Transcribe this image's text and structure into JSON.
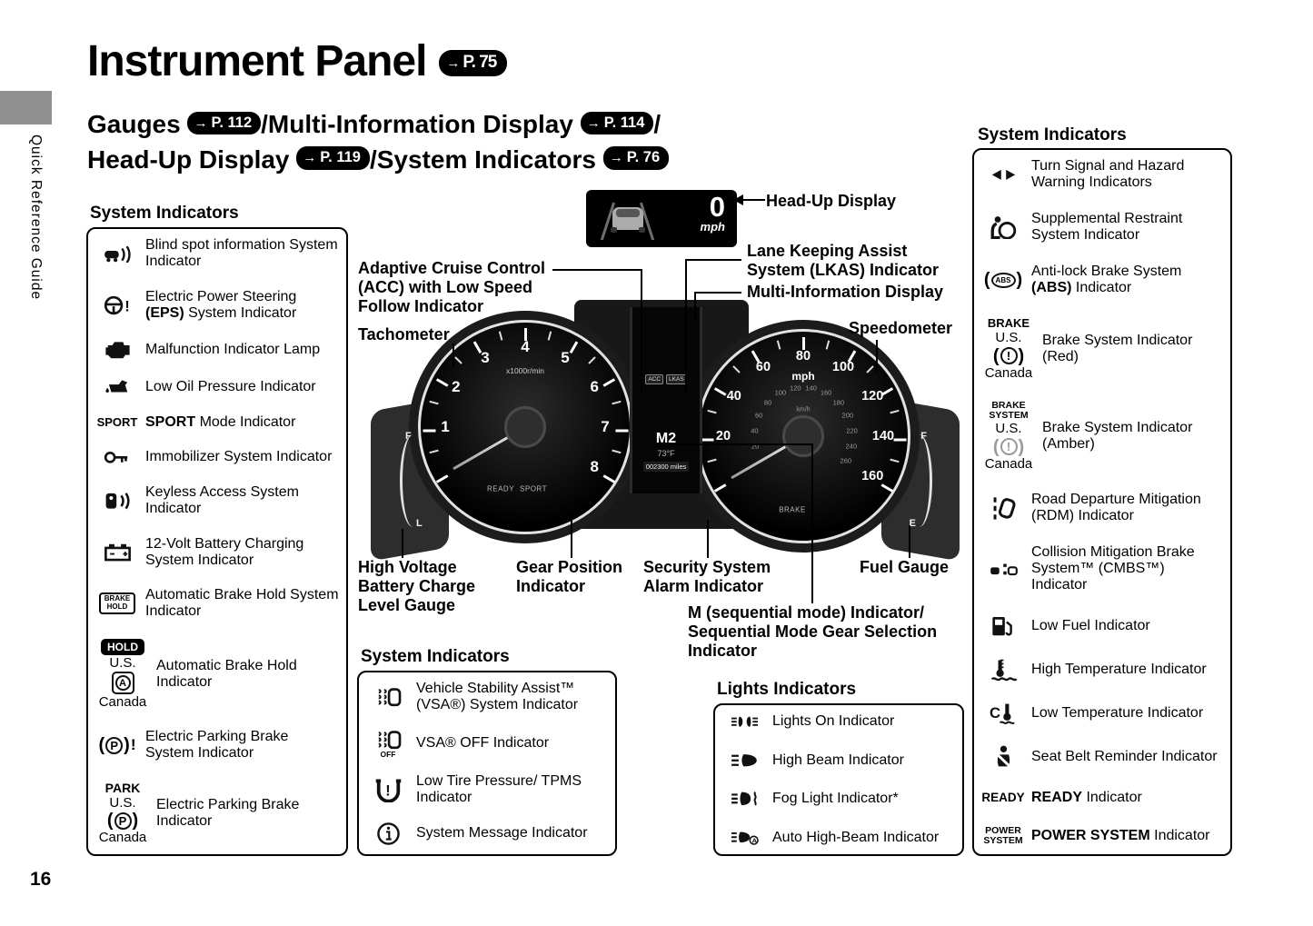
{
  "page": {
    "number": "16",
    "sidebar_vertical_text": "Quick Reference Guide",
    "title": "Instrument Panel",
    "title_page_ref": "P. 75"
  },
  "subtitle": {
    "lines": [
      [
        {
          "t": "Gauges "
        },
        {
          "badge": "P. 112"
        },
        {
          "t": "/Multi-Information Display "
        },
        {
          "badge": "P. 114"
        },
        {
          "t": "/"
        }
      ],
      [
        {
          "t": "Head-Up Display "
        },
        {
          "badge": "P. 119"
        },
        {
          "t": "/System Indicators "
        },
        {
          "badge": "P. 76"
        }
      ]
    ]
  },
  "colors": {
    "badge_bg": "#000000",
    "panel_border": "#000000",
    "cluster_face": "#0a0a0a",
    "needle": "#e8e8e8"
  },
  "panels": {
    "left": {
      "heading": "System Indicators",
      "items": [
        {
          "icon": "blind-spot",
          "label": {
            "text": "Blind spot information System Indicator"
          }
        },
        {
          "icon": "eps-steering",
          "label": {
            "text": "Electric Power Steering (EPS) System Indicator",
            "bold": "(EPS)"
          }
        },
        {
          "icon": "engine",
          "label": {
            "text": "Malfunction Indicator Lamp"
          }
        },
        {
          "icon": "oil-pressure",
          "label": {
            "text": "Low Oil Pressure Indicator"
          }
        },
        {
          "icon": "sport-text",
          "label": {
            "text": "SPORT Mode Indicator",
            "bold": "SPORT"
          }
        },
        {
          "icon": "immobilizer-key",
          "label": {
            "text": "Immobilizer System Indicator"
          }
        },
        {
          "icon": "keyless-access",
          "label": {
            "text": "Keyless Access System Indicator"
          }
        },
        {
          "icon": "battery-12v",
          "label": {
            "text": "12-Volt Battery Charging System Indicator"
          }
        },
        {
          "icon": "brake-hold-box",
          "label": {
            "text": "Automatic Brake Hold System Indicator"
          }
        },
        {
          "us": {
            "icon": "hold-pill",
            "caption": "U.S."
          },
          "canada": {
            "icon": "auto-hold-a",
            "caption": "Canada"
          },
          "label": {
            "text": "Automatic Brake Hold Indicator"
          }
        },
        {
          "icon": "parking-brake-alert",
          "label": {
            "text": "Electric Parking Brake System Indicator"
          }
        },
        {
          "us": {
            "icon": "park-text",
            "caption": "U.S."
          },
          "canada": {
            "icon": "parking-brake",
            "caption": "Canada"
          },
          "label": {
            "text": "Electric Parking Brake Indicator"
          }
        }
      ]
    },
    "bottom": {
      "heading": "System Indicators",
      "items": [
        {
          "icon": "vsa",
          "label": {
            "text": "Vehicle Stability Assist™ (VSA®) System Indicator"
          }
        },
        {
          "icon": "vsa-off",
          "label": {
            "text": "VSA® OFF Indicator"
          }
        },
        {
          "icon": "tpms",
          "label": {
            "text": "Low Tire Pressure/ TPMS Indicator"
          }
        },
        {
          "icon": "system-message-info",
          "label": {
            "text": "System Message Indicator"
          }
        }
      ]
    },
    "lights": {
      "heading": "Lights Indicators",
      "items": [
        {
          "icon": "lights-on",
          "label": {
            "text": "Lights On Indicator"
          }
        },
        {
          "icon": "high-beam",
          "label": {
            "text": "High Beam Indicator"
          }
        },
        {
          "icon": "fog-light",
          "label": {
            "text": "Fog Light Indicator*"
          }
        },
        {
          "icon": "auto-high-beam",
          "label": {
            "text": "Auto High-Beam Indicator"
          }
        }
      ]
    },
    "right": {
      "heading": "System Indicators",
      "items": [
        {
          "icon": "turn-signals",
          "label": {
            "text": "Turn Signal and Hazard Warning Indicators"
          }
        },
        {
          "icon": "srs-airbag",
          "label": {
            "text": "Supplemental Restraint System Indicator"
          }
        },
        {
          "icon": "abs",
          "label": {
            "text": "Anti-lock Brake System (ABS) Indicator",
            "bold": "(ABS)"
          }
        },
        {
          "us": {
            "icon": "brake-text",
            "caption": "U.S."
          },
          "canada": {
            "icon": "brake-warning",
            "caption": "Canada"
          },
          "label": {
            "text": "Brake System Indicator (Red)"
          }
        },
        {
          "us": {
            "icon": "brake-system-text",
            "caption": "U.S."
          },
          "canada": {
            "icon": "brake-warning-amber",
            "caption": "Canada"
          },
          "label": {
            "text": "Brake System Indicator (Amber)"
          }
        },
        {
          "icon": "rdm",
          "label": {
            "text": "Road Departure Mitigation (RDM) Indicator"
          }
        },
        {
          "icon": "cmbs",
          "label": {
            "text": "Collision Mitigation Brake System™ (CMBS™) Indicator"
          }
        },
        {
          "icon": "low-fuel",
          "label": {
            "text": "Low Fuel Indicator"
          }
        },
        {
          "icon": "high-temp",
          "label": {
            "text": "High Temperature Indicator"
          }
        },
        {
          "icon": "low-temp",
          "label": {
            "text": "Low Temperature Indicator"
          }
        },
        {
          "icon": "seat-belt",
          "label": {
            "text": "Seat Belt Reminder Indicator"
          }
        },
        {
          "icon": "ready-text",
          "label": {
            "text": "READY Indicator",
            "bold": "READY"
          }
        },
        {
          "icon": "power-system-text",
          "label": {
            "text": "POWER SYSTEM Indicator",
            "bold": "POWER SYSTEM"
          }
        }
      ]
    }
  },
  "callouts": {
    "head_up_display": {
      "text": "Head-Up Display"
    },
    "acc": {
      "text": "Adaptive Cruise Control (ACC) with Low Speed Follow Indicator",
      "bold": "(ACC)"
    },
    "tachometer": {
      "text": "Tachometer"
    },
    "lkas": {
      "text": "Lane Keeping Assist System (LKAS) Indicator",
      "bold": "(LKAS)"
    },
    "mid": {
      "text": "Multi-Information Display"
    },
    "speedometer": {
      "text": "Speedometer"
    },
    "battery": {
      "text": "High Voltage Battery Charge Level Gauge"
    },
    "gear": {
      "text": "Gear Position Indicator"
    },
    "security": {
      "text": "Security System Alarm Indicator"
    },
    "fuel": {
      "text": "Fuel Gauge"
    },
    "sequential": {
      "text": "M (sequential mode) Indicator/ Sequential Mode Gear Selection Indicator",
      "bold": "M"
    }
  },
  "cluster": {
    "hud": {
      "speed": "0",
      "unit": "mph"
    },
    "tachometer": {
      "numbers": [
        "1",
        "2",
        "3",
        "4",
        "5",
        "6",
        "7",
        "8"
      ],
      "unit": "x1000r/min",
      "texts": [
        "READY",
        "SPORT"
      ]
    },
    "speedometer": {
      "numbers": [
        "20",
        "40",
        "60",
        "80",
        "100",
        "120",
        "140",
        "160"
      ],
      "unit": "mph",
      "inner_numbers": [
        "20",
        "40",
        "60",
        "80",
        "100",
        "120",
        "140",
        "160",
        "180",
        "200",
        "220",
        "240",
        "260"
      ],
      "inner_unit": "km/h",
      "texts": [
        "BRAKE"
      ]
    },
    "display": {
      "acc": "ACC",
      "lkas": "LKAS",
      "gear": "M2",
      "temp": "73°F",
      "odometer": "002300 miles"
    },
    "battery_gauge": {
      "top": "F",
      "bottom": "L"
    },
    "fuel_gauge": {
      "top": "F",
      "bottom": "E"
    }
  }
}
